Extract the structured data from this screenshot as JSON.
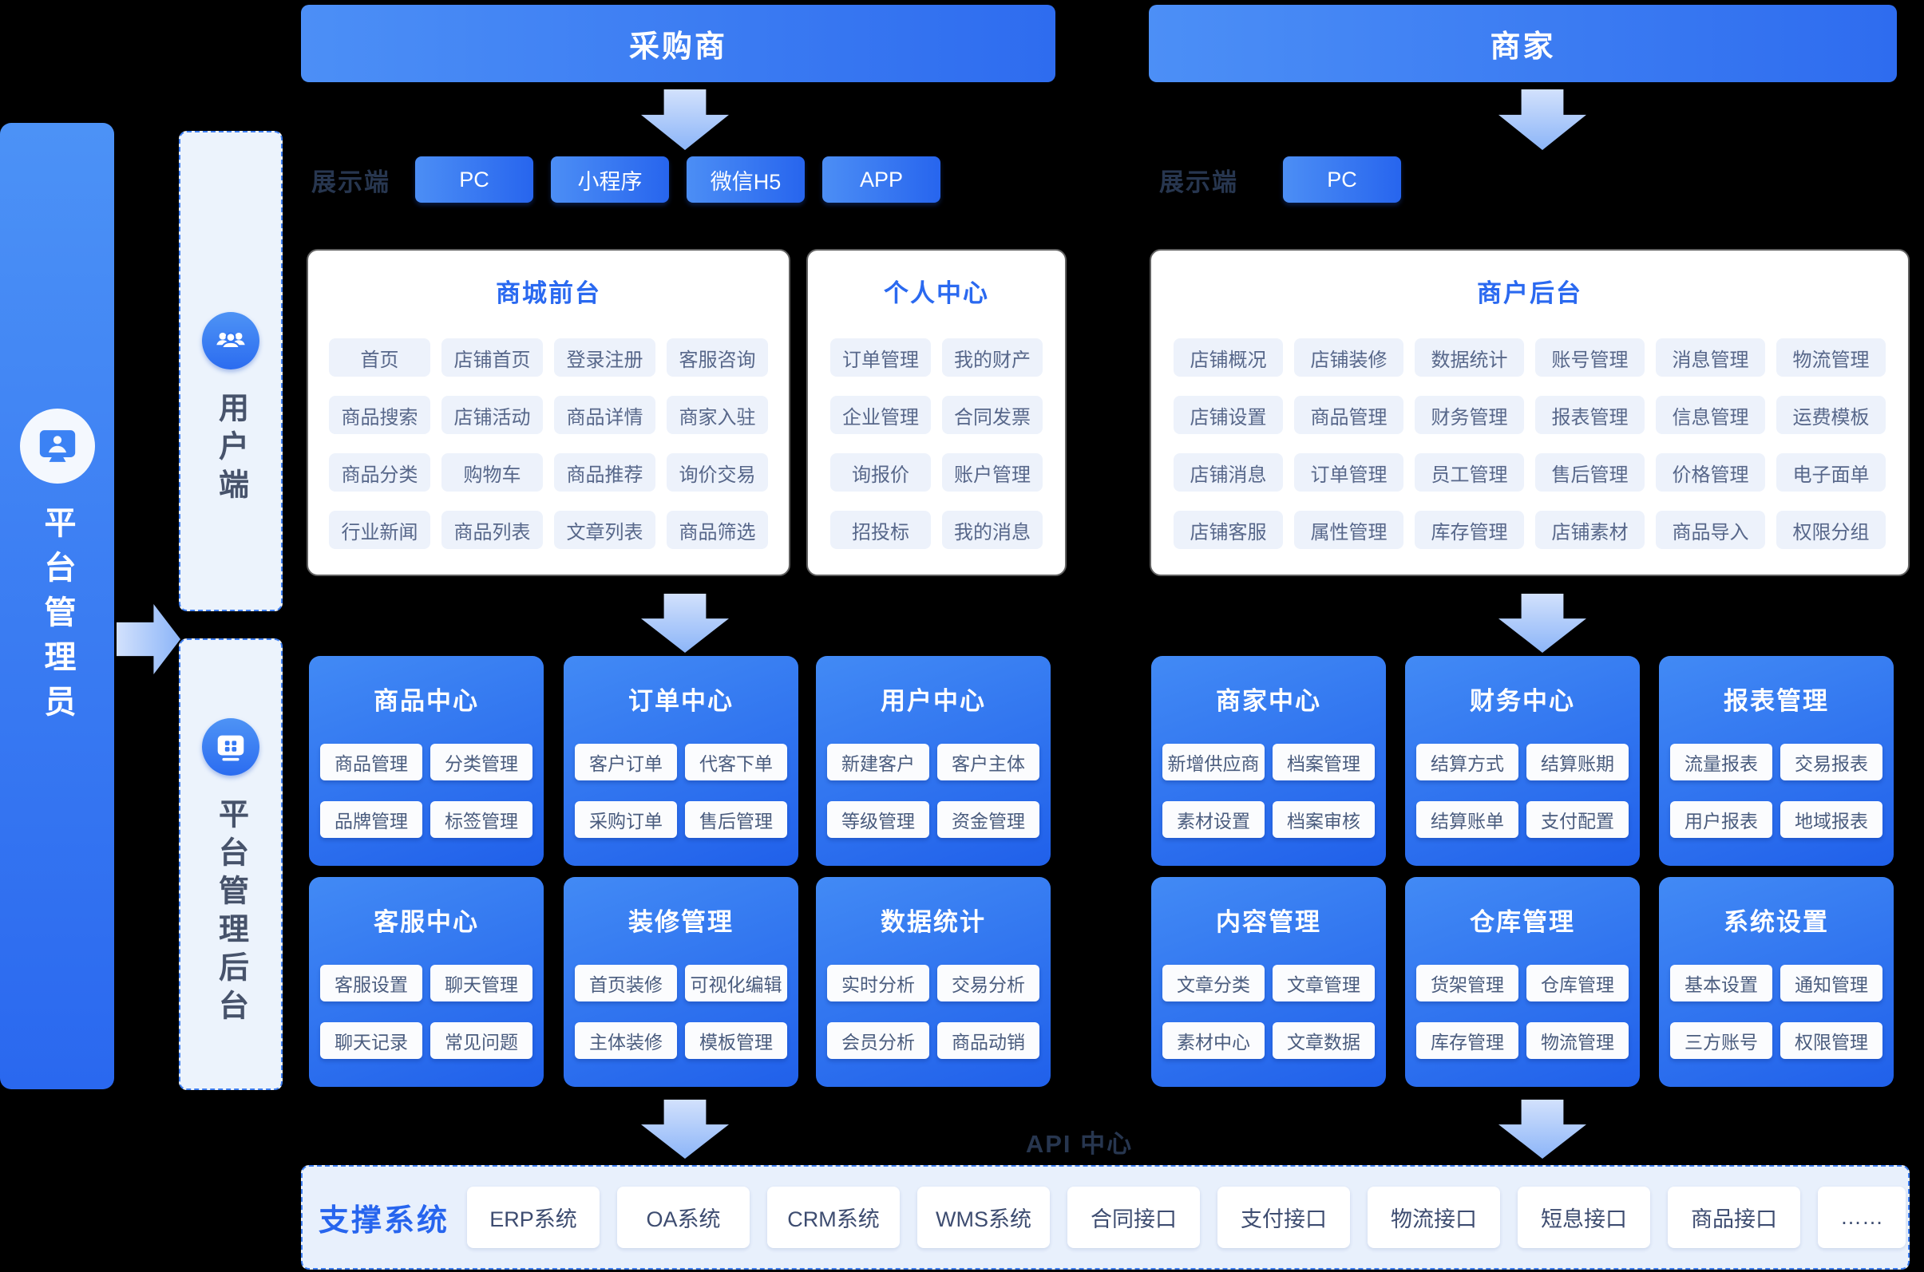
{
  "headers": {
    "purchaser": "采购商",
    "merchant": "商家"
  },
  "display": {
    "left_label": "展示端",
    "left_items": [
      "PC",
      "小程序",
      "微信H5",
      "APP"
    ],
    "right_label": "展示端",
    "right_items": [
      "PC"
    ]
  },
  "sidebar": {
    "admin_label": "平台管理员",
    "user_side_label": "用户端",
    "admin_backend_label": "平台管理后台"
  },
  "panels": {
    "mall_front": {
      "title": "商城前台",
      "items": [
        "首页",
        "店铺首页",
        "登录注册",
        "客服咨询",
        "商品搜索",
        "店铺活动",
        "商品详情",
        "商家入驻",
        "商品分类",
        "购物车",
        "商品推荐",
        "询价交易",
        "行业新闻",
        "商品列表",
        "文章列表",
        "商品筛选"
      ]
    },
    "personal_center": {
      "title": "个人中心",
      "items": [
        "订单管理",
        "我的财产",
        "企业管理",
        "合同发票",
        "询报价",
        "账户管理",
        "招投标",
        "我的消息"
      ]
    },
    "merchant_backend": {
      "title": "商户后台",
      "items": [
        "店铺概况",
        "店铺装修",
        "数据统计",
        "账号管理",
        "消息管理",
        "物流管理",
        "店铺设置",
        "商品管理",
        "财务管理",
        "报表管理",
        "信息管理",
        "运费模板",
        "店铺消息",
        "订单管理",
        "员工管理",
        "售后管理",
        "价格管理",
        "电子面单",
        "店铺客服",
        "属性管理",
        "库存管理",
        "店铺素材",
        "商品导入",
        "权限分组"
      ]
    }
  },
  "admin_modules_row1": [
    {
      "title": "商品中心",
      "items": [
        "商品管理",
        "分类管理",
        "品牌管理",
        "标签管理"
      ]
    },
    {
      "title": "订单中心",
      "items": [
        "客户订单",
        "代客下单",
        "采购订单",
        "售后管理"
      ]
    },
    {
      "title": "用户中心",
      "items": [
        "新建客户",
        "客户主体",
        "等级管理",
        "资金管理"
      ]
    },
    {
      "title": "商家中心",
      "items": [
        "新增供应商",
        "档案管理",
        "素材设置",
        "档案审核"
      ]
    },
    {
      "title": "财务中心",
      "items": [
        "结算方式",
        "结算账期",
        "结算账单",
        "支付配置"
      ]
    },
    {
      "title": "报表管理",
      "items": [
        "流量报表",
        "交易报表",
        "用户报表",
        "地域报表"
      ]
    }
  ],
  "admin_modules_row2": [
    {
      "title": "客服中心",
      "items": [
        "客服设置",
        "聊天管理",
        "聊天记录",
        "常见问题"
      ]
    },
    {
      "title": "装修管理",
      "items": [
        "首页装修",
        "可视化编辑",
        "主体装修",
        "模板管理"
      ]
    },
    {
      "title": "数据统计",
      "items": [
        "实时分析",
        "交易分析",
        "会员分析",
        "商品动销"
      ]
    },
    {
      "title": "内容管理",
      "items": [
        "文章分类",
        "文章管理",
        "素材中心",
        "文章数据"
      ]
    },
    {
      "title": "仓库管理",
      "items": [
        "货架管理",
        "仓库管理",
        "库存管理",
        "物流管理"
      ]
    },
    {
      "title": "系统设置",
      "items": [
        "基本设置",
        "通知管理",
        "三方账号",
        "权限管理"
      ]
    }
  ],
  "api_center_label": "API 中心",
  "support": {
    "label": "支撑系统",
    "items": [
      "ERP系统",
      "OA系统",
      "CRM系统",
      "WMS系统",
      "合同接口",
      "支付接口",
      "物流接口",
      "短息接口",
      "商品接口",
      "……"
    ]
  },
  "colors": {
    "primary_blue": "#2e6cef",
    "card_gradient_start": "#428af5",
    "card_gradient_end": "#2060ea",
    "arrow_light_blue": "#8cb5f8",
    "dashed_border_blue": "#3e7ef0",
    "light_panel_fill": "#ecf3fc",
    "chip_light_fill": "#edf2fb",
    "chip_text": "#57678a",
    "dark_label": "#27364f",
    "support_text": "#3d4c70"
  }
}
